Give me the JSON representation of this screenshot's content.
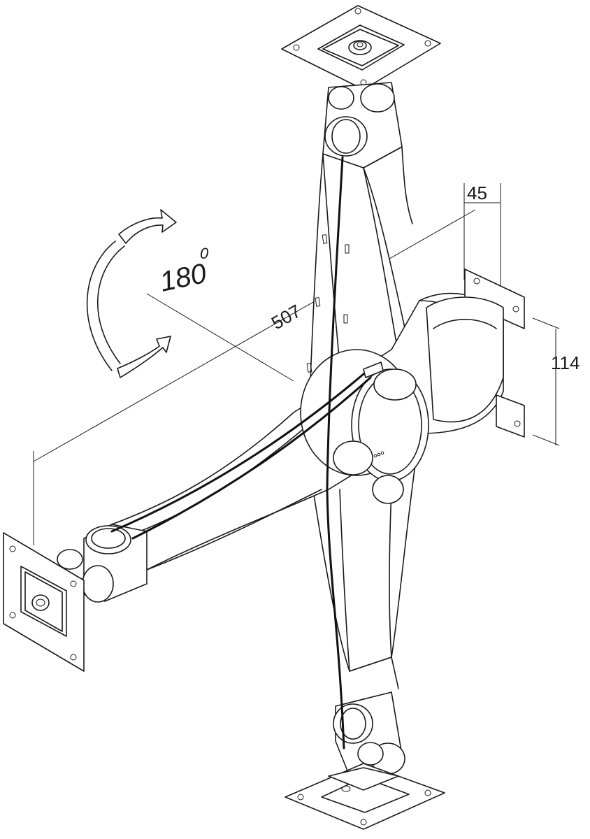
{
  "dimensions": {
    "width_label": "507",
    "depth_label": "45",
    "height_label": "114"
  },
  "rotation": {
    "angle_label": "180",
    "degree_mark": "0"
  }
}
